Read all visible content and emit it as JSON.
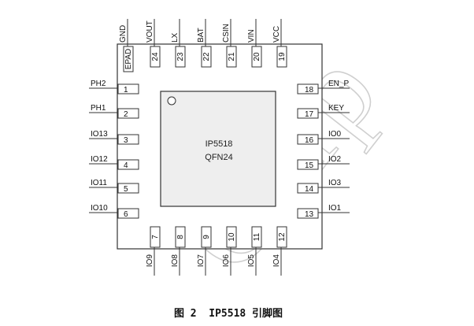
{
  "package": {
    "name": "IP5518",
    "type": "QFN24"
  },
  "watermark": "Corp",
  "caption": "图 2  IP5518 引脚图",
  "pins": {
    "left": [
      {
        "num": "1",
        "label": "PH2"
      },
      {
        "num": "2",
        "label": "PH1"
      },
      {
        "num": "3",
        "label": "IO13"
      },
      {
        "num": "4",
        "label": "IO12"
      },
      {
        "num": "5",
        "label": "IO11"
      },
      {
        "num": "6",
        "label": "IO10"
      }
    ],
    "bottom": [
      {
        "num": "7",
        "label": "IO9"
      },
      {
        "num": "8",
        "label": "IO8"
      },
      {
        "num": "9",
        "label": "IO7"
      },
      {
        "num": "10",
        "label": "IO6"
      },
      {
        "num": "11",
        "label": "IO5"
      },
      {
        "num": "12",
        "label": "IO4"
      }
    ],
    "right": [
      {
        "num": "13",
        "label": "IO1"
      },
      {
        "num": "14",
        "label": "IO3"
      },
      {
        "num": "15",
        "label": "IO2"
      },
      {
        "num": "16",
        "label": "IO0"
      },
      {
        "num": "17",
        "label": "KEY"
      },
      {
        "num": "18",
        "label": "EN_P"
      }
    ],
    "top": [
      {
        "num": "19",
        "label": "VCC"
      },
      {
        "num": "20",
        "label": "VIN"
      },
      {
        "num": "21",
        "label": "CSIN"
      },
      {
        "num": "22",
        "label": "BAT"
      },
      {
        "num": "23",
        "label": "LX"
      },
      {
        "num": "24",
        "label": "VOUT"
      },
      {
        "num": "EPAD",
        "label": "GND"
      }
    ]
  }
}
